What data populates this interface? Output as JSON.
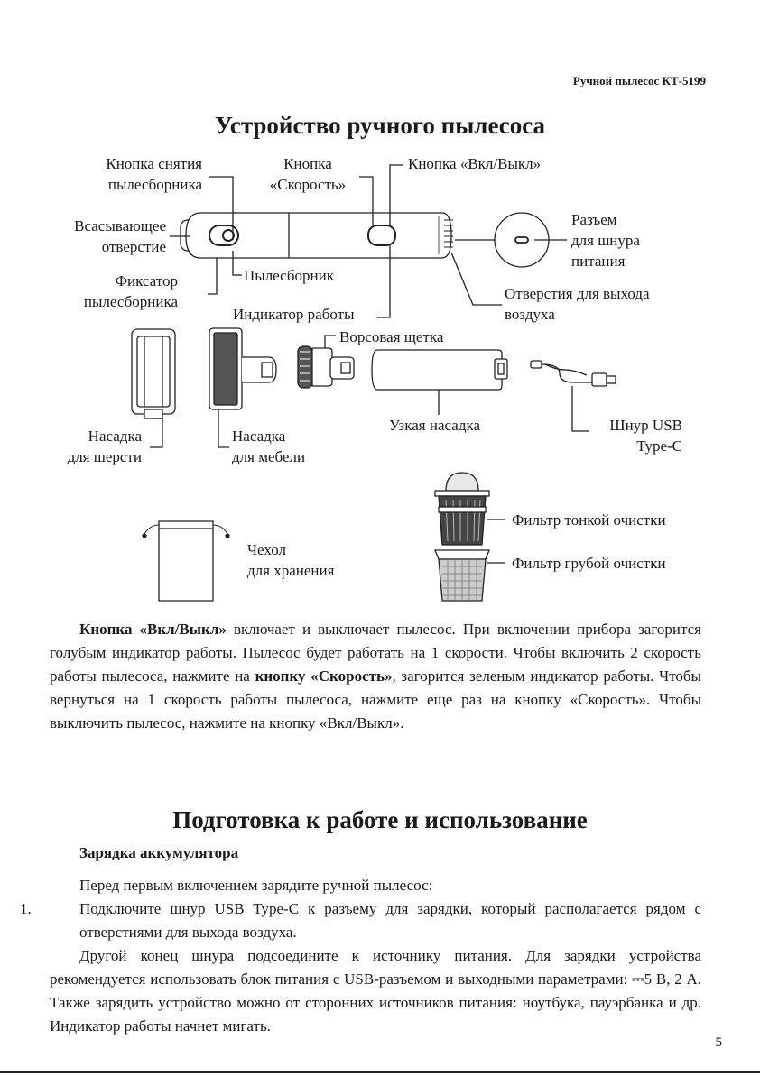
{
  "header": {
    "running_title": "Ручной пылесос КТ-5199"
  },
  "section1": {
    "title": "Устройство ручного пылесоса",
    "labels": {
      "dustbin_release_button": [
        "Кнопка снятия",
        "пылесборника"
      ],
      "speed_button": [
        "Кнопка",
        "«Скорость»"
      ],
      "power_button": "Кнопка «Вкл/Выкл»",
      "suction_inlet": [
        "Всасывающее",
        "отверстие"
      ],
      "charging_port": [
        "Разъем",
        "для шнура",
        "питания"
      ],
      "dustbin_latch": [
        "Фиксатор",
        "пылесборника"
      ],
      "dustbin": "Пылесборник",
      "work_indicator": "Индикатор работы",
      "air_outlets": [
        "Отверстия для выхода",
        "воздуха"
      ],
      "bristle_brush": "Ворсовая щетка",
      "pet_hair_nozzle": [
        "Насадка",
        "для шерсти"
      ],
      "furniture_nozzle": [
        "Насадка",
        "для мебели"
      ],
      "crevice_nozzle": "Узкая насадка",
      "usb_cable": [
        "Шнур USB",
        "Type-C"
      ],
      "storage_bag": [
        "Чехол",
        "для хранения"
      ],
      "fine_filter": "Фильтр тонкой очистки",
      "coarse_filter": "Фильтр грубой очистки"
    },
    "description": {
      "bold_start": "Кнопка «Вкл/Выкл»",
      "part1": " включает и выключает пылесос. При включении прибора загорится голубым индикатор работы. Пылесос будет работать на 1 скорости. Чтобы включить 2 скорость работы пылесоса, нажмите на ",
      "bold_mid": "кнопку «Скорость»",
      "part2": ", загорится зеленым индикатор работы. Чтобы вернуться на 1 скорость работы пылесоса, нажмите еще раз на кнопку «Скорость». Чтобы выключить пылесос, нажмите на кнопку «Вкл/Выкл»."
    }
  },
  "section2": {
    "title": "Подготовка к работе и использование",
    "subtitle": "Зарядка аккумулятора",
    "intro": "Перед первым включением зарядите ручной пылесос:",
    "step1_num": "1.",
    "step1": "Подключите шнур USB Type-C к разъему для зарядки, который располагается рядом с отверстиями для выхода воздуха.",
    "para2": "Другой конец шнура подсоедините к источнику питания. Для зарядки устройства рекомендуется использовать блок питания с USB-разъемом и выходными параметрами: ⎓5 В, 2 А. Также зарядить устройство можно от сторонних источников питания: ноутбука, пауэрбанка и др. Индикатор работы начнет мигать."
  },
  "footer": {
    "page_number": "5"
  }
}
